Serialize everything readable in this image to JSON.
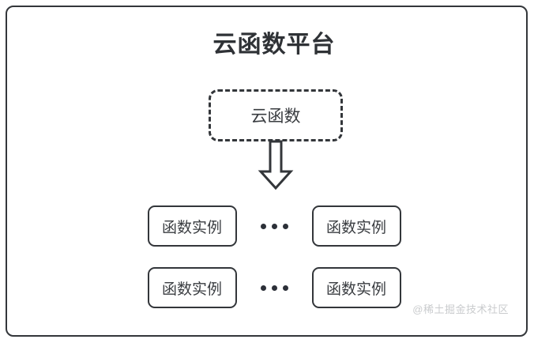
{
  "diagram": {
    "title": "云函数平台",
    "cloud_function": {
      "label": "云函数"
    },
    "arrow": {
      "direction": "down",
      "icon": "down-block-arrow"
    },
    "ellipsis": "...",
    "instance_rows": [
      {
        "left_instance": "函数实例",
        "right_instance": "函数实例"
      },
      {
        "left_instance": "函数实例",
        "right_instance": "函数实例"
      }
    ],
    "watermark": "@稀土掘金技术社区",
    "colors": {
      "stroke": "#33363a",
      "text": "#3a3d41",
      "title": "#2f3236",
      "background": "#ffffff",
      "watermark": "#c9cbcd",
      "dot": "#2c3038"
    }
  }
}
